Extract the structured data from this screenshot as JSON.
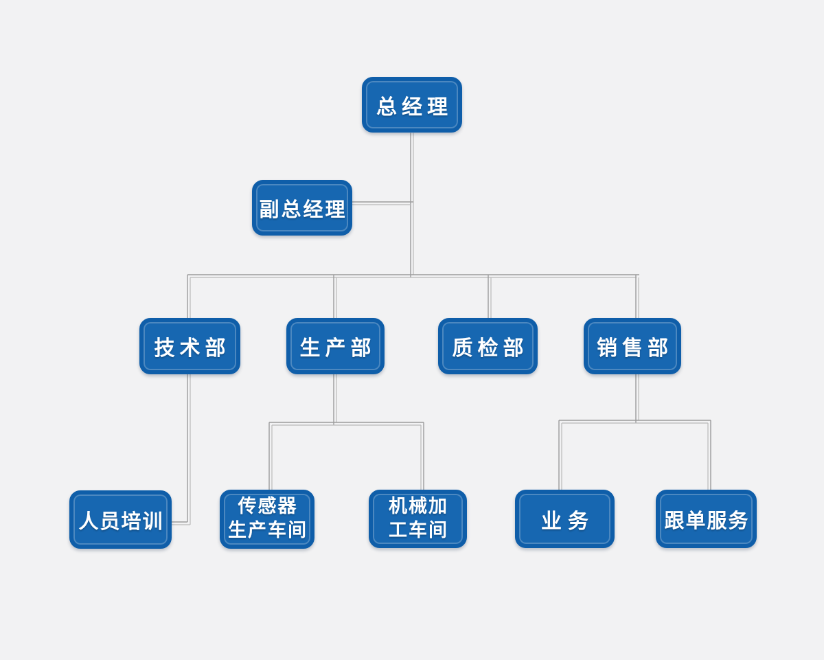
{
  "theme": {
    "background": "#f2f2f3",
    "node_fill": "#1767b1",
    "node_border": "#0f5ea9",
    "node_highlight": "#4c88c0",
    "node_text": "#ffffff",
    "connector_dark": "#9b9b9b",
    "connector_light": "#b9b9b9"
  },
  "nodes": {
    "ceo": {
      "label": "总经理"
    },
    "deputy": {
      "label": "副总经理"
    },
    "tech": {
      "label": "技术部"
    },
    "production": {
      "label": "生产部"
    },
    "quality": {
      "label": "质检部"
    },
    "sales": {
      "label": "销售部"
    },
    "training": {
      "label": "人员培训"
    },
    "sensor_workshop": {
      "label": "传感器\n生产车间"
    },
    "machining_workshop": {
      "label": "机械加\n工车间"
    },
    "business": {
      "label": "业务"
    },
    "follow_up": {
      "label": "跟单服务"
    }
  },
  "edges": [
    {
      "from": "总经理",
      "to": "副总经理"
    },
    {
      "from": "总经理",
      "to": "技术部"
    },
    {
      "from": "总经理",
      "to": "生产部"
    },
    {
      "from": "总经理",
      "to": "质检部"
    },
    {
      "from": "总经理",
      "to": "销售部"
    },
    {
      "from": "技术部",
      "to": "人员培训"
    },
    {
      "from": "生产部",
      "to": "传感器生产车间"
    },
    {
      "from": "生产部",
      "to": "机械加工车间"
    },
    {
      "from": "销售部",
      "to": "业务"
    },
    {
      "from": "销售部",
      "to": "跟单服务"
    }
  ]
}
